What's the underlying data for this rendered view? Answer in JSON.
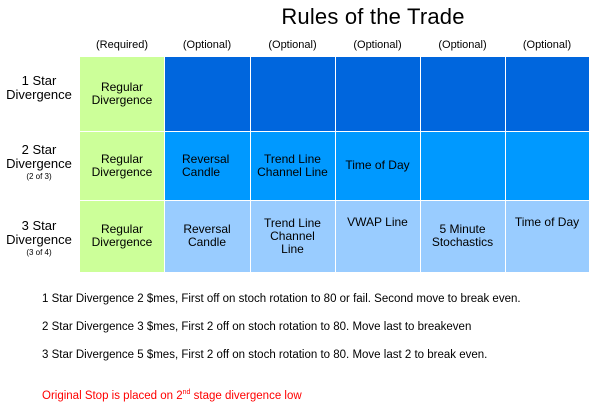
{
  "title": "Rules of the Trade",
  "headers": [
    "(Required)",
    "(Optional)",
    "(Optional)",
    "(Optional)",
    "(Optional)",
    "(Optional)"
  ],
  "rows": [
    {
      "label_line1": "1 Star",
      "label_line2": "Divergence",
      "sublabel": "",
      "required": [
        "Regular",
        "Divergence"
      ],
      "optional": []
    },
    {
      "label_line1": "2 Star",
      "label_line2": "Divergence",
      "sublabel": "(2 of 3)",
      "required": [
        "Regular",
        "Divergence"
      ],
      "optional": [
        [
          "Reversal",
          "Candle"
        ],
        [
          "Trend Line",
          "Channel Line"
        ],
        [
          "Time of Day"
        ]
      ]
    },
    {
      "label_line1": "3 Star",
      "label_line2": "Divergence",
      "sublabel": "(3 of 4)",
      "required": [
        "Regular",
        "Divergence"
      ],
      "optional": [
        [
          "Reversal",
          "Candle"
        ],
        [
          "Trend Line",
          "Channel",
          "Line"
        ],
        [
          "VWAP Line"
        ],
        [
          "5 Minute",
          "Stochastics"
        ],
        [
          "Time of Day"
        ]
      ]
    }
  ],
  "rules": [
    "1 Star Divergence  2 $mes, First off on stoch rotation to 80 or fail. Second move to break even.",
    "2 Star Divergence  3 $mes, First 2 off on stoch rotation to 80. Move last to breakeven",
    "3 Star Divergence  5 $mes, First  2 off on stoch rotation to 80. Move last 2 to break even."
  ],
  "stop_note": {
    "before": "Original Stop is placed on 2",
    "superscript": "nd",
    "after": " stage divergence low"
  },
  "colors": {
    "required_fill": "#ccff99",
    "row1_fill": "#0066dd",
    "row2_fill": "#0099ff",
    "row3_fill": "#99ccff",
    "stop_text": "#ff0000"
  }
}
